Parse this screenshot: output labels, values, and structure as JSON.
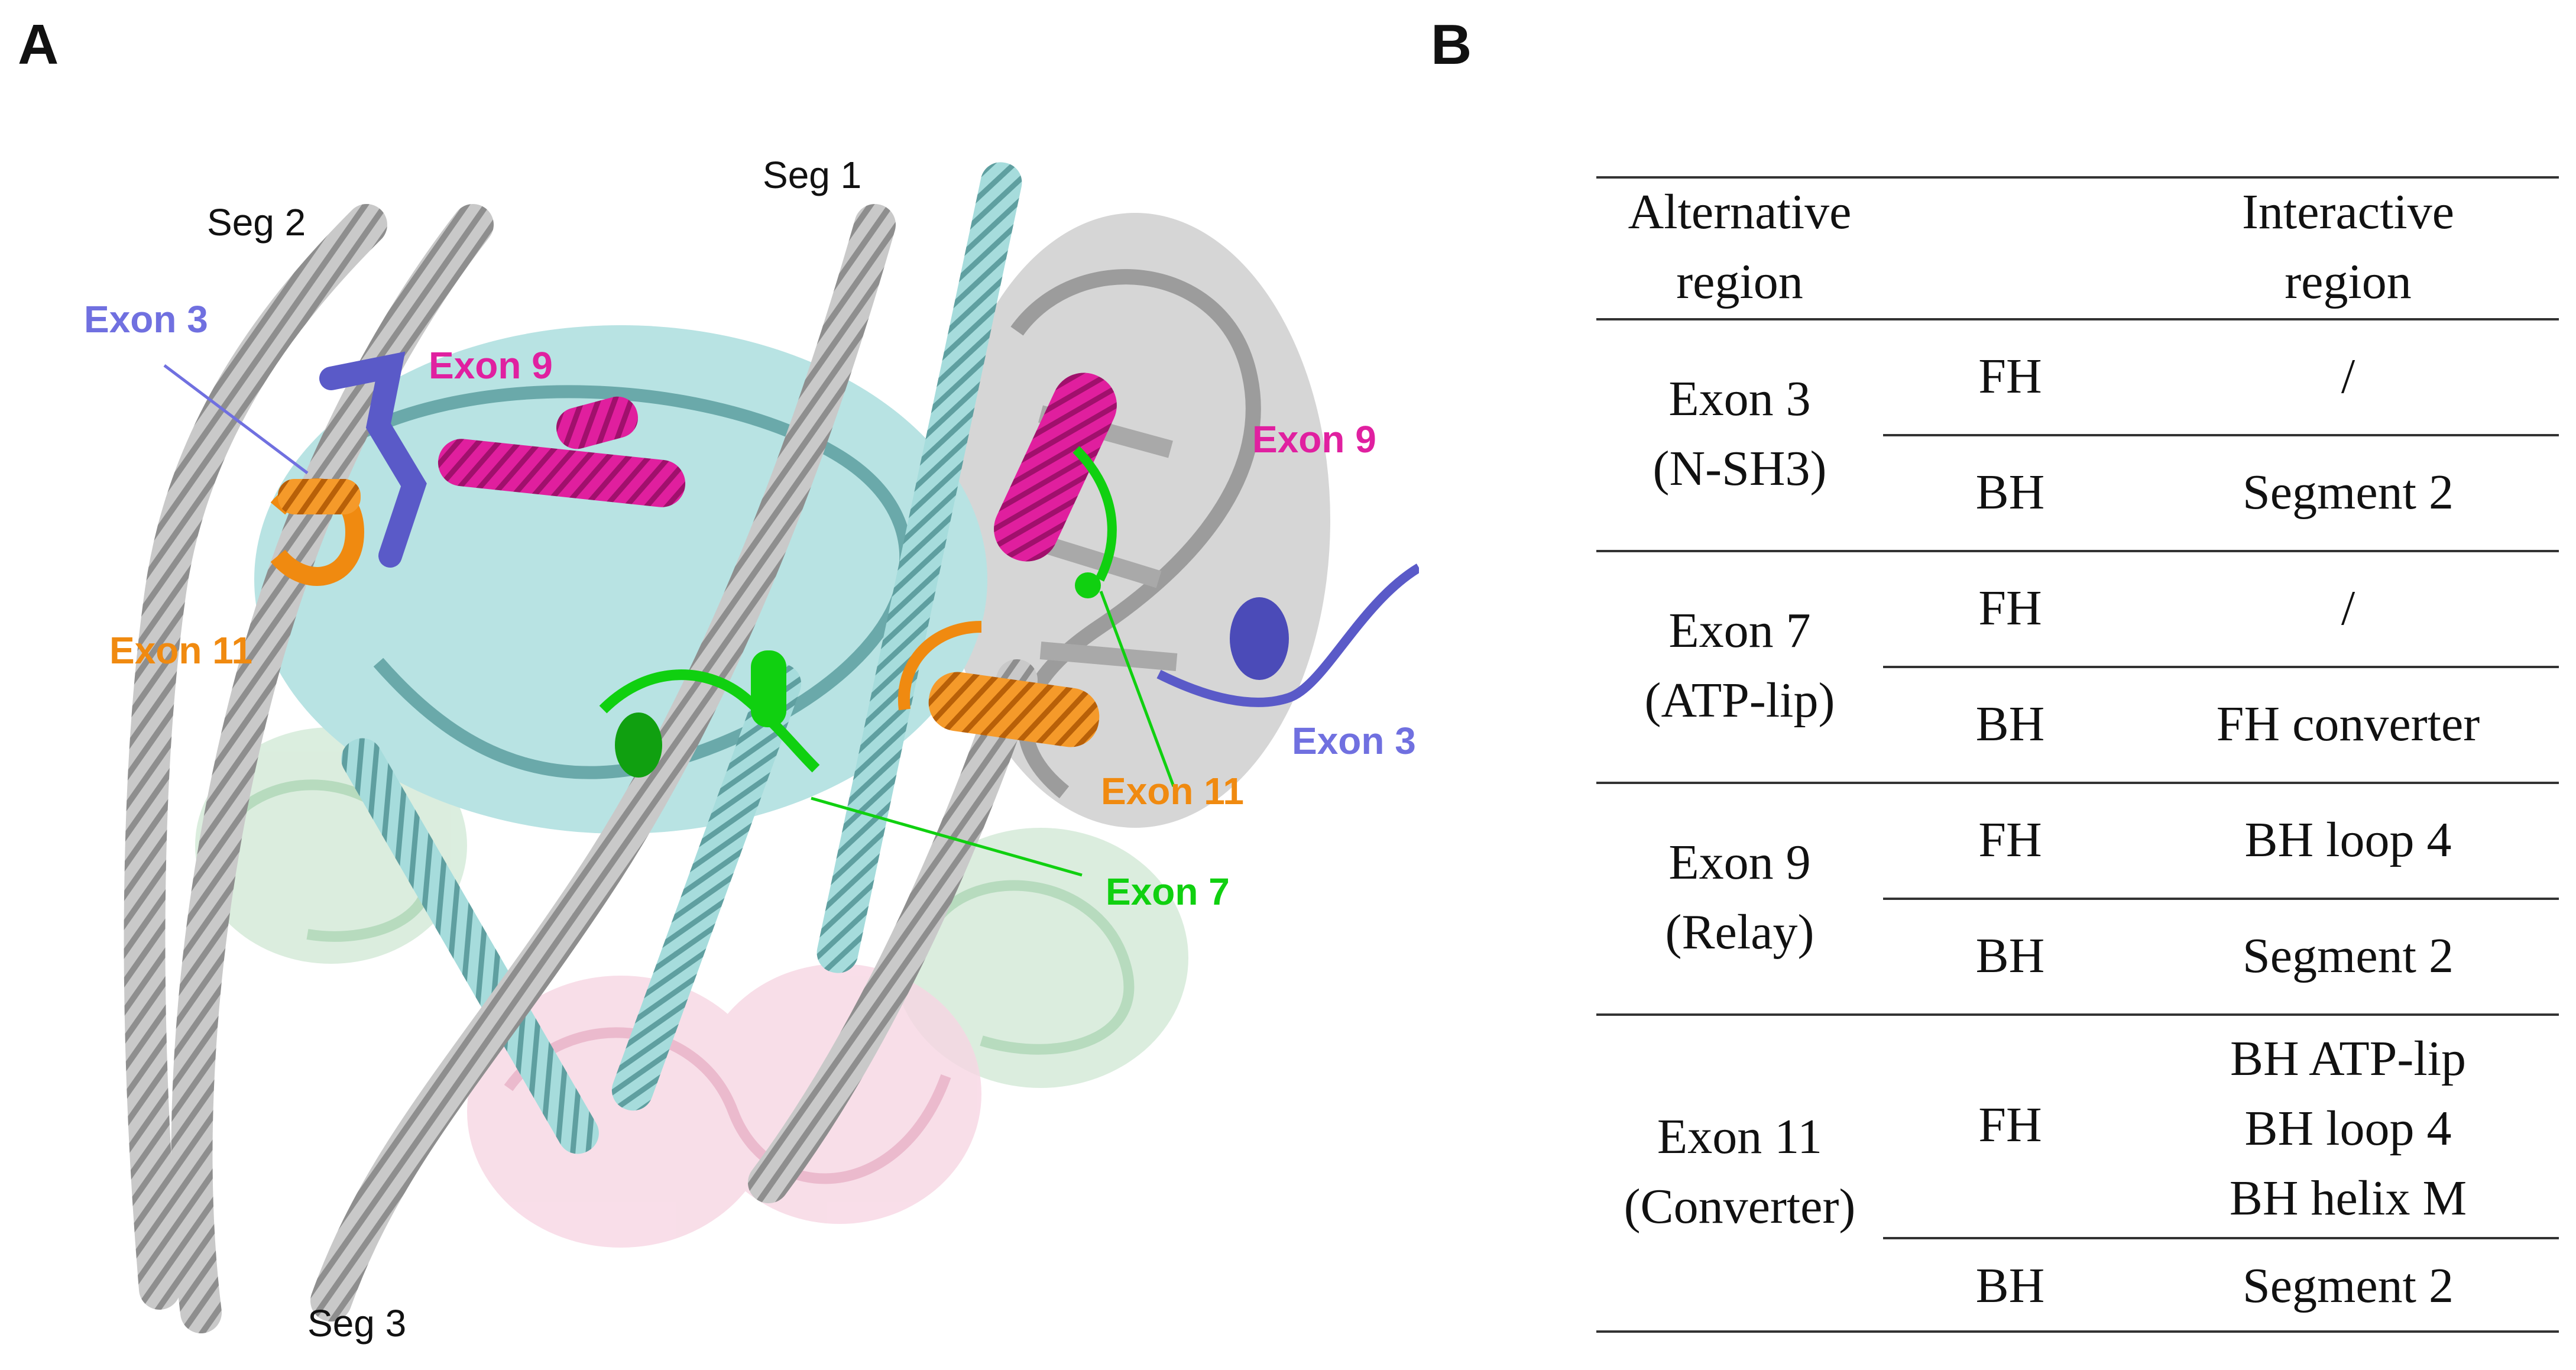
{
  "panel_a": {
    "letter": "A",
    "segment_labels": [
      "Seg 1",
      "Seg 2",
      "Seg 3"
    ],
    "exon_labels": [
      {
        "text": "Exon 3",
        "color": "#7070e0"
      },
      {
        "text": "Exon 9",
        "color": "#e020a0"
      },
      {
        "text": "Exon 11",
        "color": "#f08a10"
      },
      {
        "text": "Exon 9",
        "color": "#e020a0"
      },
      {
        "text": "Exon 3",
        "color": "#7070e0"
      },
      {
        "text": "Exon 11",
        "color": "#f08a10"
      },
      {
        "text": "Exon 7",
        "color": "#10d010"
      }
    ],
    "colors": {
      "heavy_chain_gray": "#b8b8b8",
      "cyan_head": "#7fc4c4",
      "light_chain_green": "#b5dcbf",
      "light_chain_pink": "#f2c4d6",
      "exon3": "#5a5ac8",
      "exon7": "#10d010",
      "exon9": "#e020a0",
      "exon11": "#f08a10"
    }
  },
  "panel_b": {
    "letter": "B",
    "header": {
      "col1": [
        "Alternative",
        "region"
      ],
      "col3": [
        "Interactive",
        "region"
      ]
    },
    "groups": [
      {
        "region": [
          "Exon 3",
          "(N-SH3)"
        ],
        "rows": [
          {
            "head": "FH",
            "interactive": [
              "/"
            ]
          },
          {
            "head": "BH",
            "interactive": [
              "Segment 2"
            ]
          }
        ]
      },
      {
        "region": [
          "Exon 7",
          "(ATP-lip)"
        ],
        "rows": [
          {
            "head": "FH",
            "interactive": [
              "/"
            ]
          },
          {
            "head": "BH",
            "interactive": [
              "FH converter"
            ]
          }
        ]
      },
      {
        "region": [
          "Exon 9",
          "(Relay)"
        ],
        "rows": [
          {
            "head": "FH",
            "interactive": [
              "BH loop 4"
            ]
          },
          {
            "head": "BH",
            "interactive": [
              "Segment 2"
            ]
          }
        ]
      },
      {
        "region": [
          "Exon 11",
          "(Converter)"
        ],
        "rows": [
          {
            "head": "FH",
            "interactive": [
              "BH ATP-lip",
              "BH loop 4",
              "BH helix M"
            ]
          },
          {
            "head": "BH",
            "interactive": [
              "Segment 2"
            ]
          }
        ]
      }
    ]
  }
}
